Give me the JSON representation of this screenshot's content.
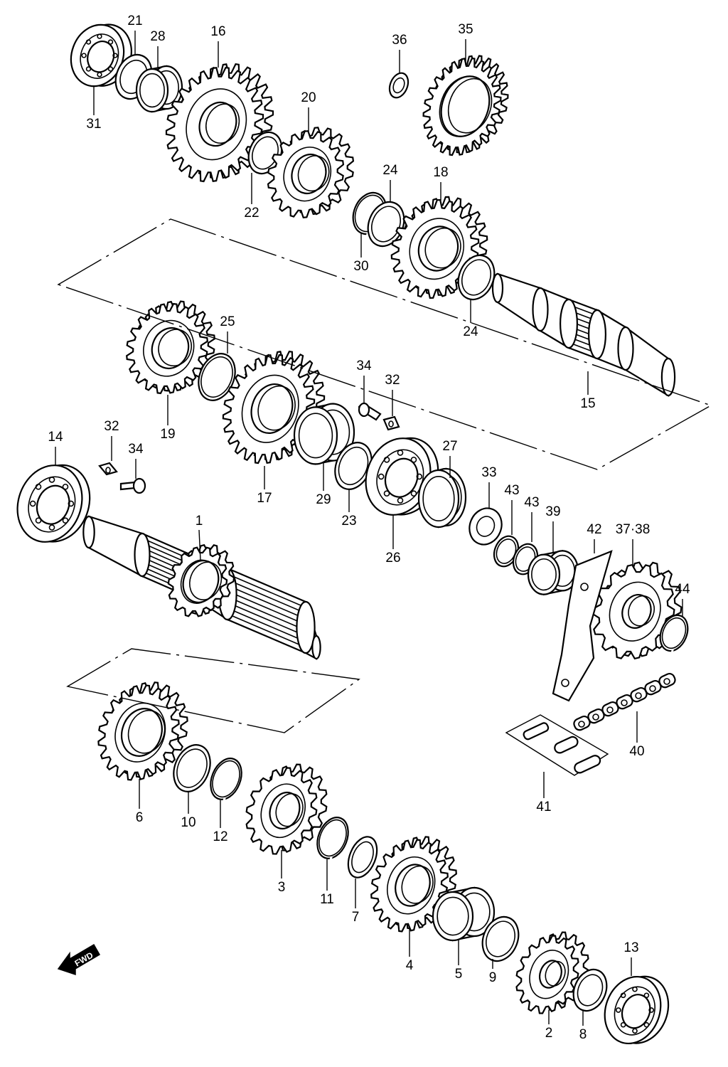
{
  "diagram": {
    "fwd_label": "FWD",
    "parts": [
      {
        "id": "p1",
        "label": "1"
      },
      {
        "id": "p2",
        "label": "2"
      },
      {
        "id": "p3",
        "label": "3"
      },
      {
        "id": "p4",
        "label": "4"
      },
      {
        "id": "p5",
        "label": "5"
      },
      {
        "id": "p6",
        "label": "6"
      },
      {
        "id": "p7",
        "label": "7"
      },
      {
        "id": "p8",
        "label": "8"
      },
      {
        "id": "p9",
        "label": "9"
      },
      {
        "id": "p10",
        "label": "10"
      },
      {
        "id": "p11",
        "label": "11"
      },
      {
        "id": "p12",
        "label": "12"
      },
      {
        "id": "p13",
        "label": "13"
      },
      {
        "id": "p14",
        "label": "14"
      },
      {
        "id": "p15",
        "label": "15"
      },
      {
        "id": "p16",
        "label": "16"
      },
      {
        "id": "p17",
        "label": "17"
      },
      {
        "id": "p18",
        "label": "18"
      },
      {
        "id": "p19",
        "label": "19"
      },
      {
        "id": "p20",
        "label": "20"
      },
      {
        "id": "p21",
        "label": "21"
      },
      {
        "id": "p22",
        "label": "22"
      },
      {
        "id": "p23",
        "label": "23"
      },
      {
        "id": "p24a",
        "label": "24"
      },
      {
        "id": "p24b",
        "label": "24"
      },
      {
        "id": "p25",
        "label": "25"
      },
      {
        "id": "p26",
        "label": "26"
      },
      {
        "id": "p27",
        "label": "27"
      },
      {
        "id": "p28",
        "label": "28"
      },
      {
        "id": "p29",
        "label": "29"
      },
      {
        "id": "p30",
        "label": "30"
      },
      {
        "id": "p31",
        "label": "31"
      },
      {
        "id": "p32a",
        "label": "32"
      },
      {
        "id": "p32b",
        "label": "32"
      },
      {
        "id": "p33",
        "label": "33"
      },
      {
        "id": "p34a",
        "label": "34"
      },
      {
        "id": "p34b",
        "label": "34"
      },
      {
        "id": "p35",
        "label": "35"
      },
      {
        "id": "p36",
        "label": "36"
      },
      {
        "id": "p37",
        "label": "37·38"
      },
      {
        "id": "p39",
        "label": "39"
      },
      {
        "id": "p40",
        "label": "40"
      },
      {
        "id": "p41",
        "label": "41"
      },
      {
        "id": "p42",
        "label": "42"
      },
      {
        "id": "p43a",
        "label": "43"
      },
      {
        "id": "p43b",
        "label": "43"
      },
      {
        "id": "p44",
        "label": "44"
      }
    ]
  }
}
